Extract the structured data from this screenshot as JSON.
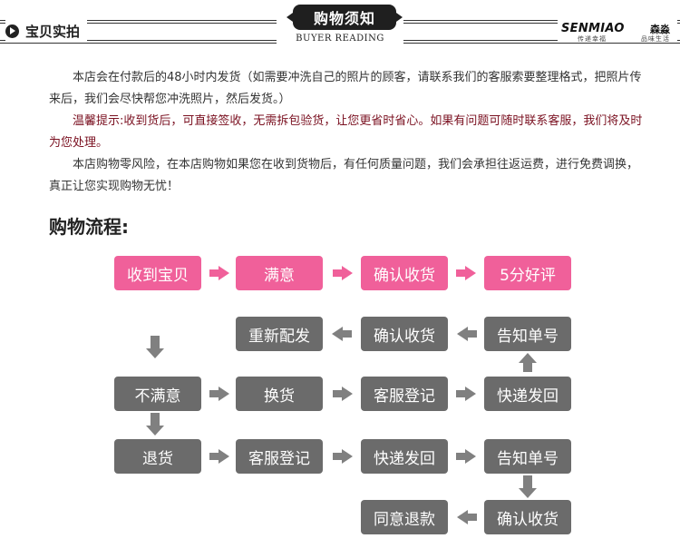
{
  "header": {
    "breadcrumb": "宝贝实拍",
    "title": "购物须知",
    "subtitle": "BUYER READING",
    "brand": {
      "name": "SENMIAO",
      "name_cn": "森淼",
      "tagline_left": "传递幸福",
      "tagline_right": "品味生活"
    }
  },
  "notices": {
    "p1": "本店会在付款后的48小时内发货（如需要冲洗自己的照片的顾客，请联系我们的客服索要整理格式，把照片传来后，我们会尽快帮您冲洗照片，然后发货。）",
    "p2": "温馨提示:收到货后，可直接签收，无需拆包验货，让您更省时省心。如果有问题可随时联系客服，我们将及时为您处理。",
    "p3": "本店购物零风险，在本店购物如果您在收到货物后，有任何质量问题，我们会承担往返运费，进行免费调换，真正让您实现购物无忧！"
  },
  "process": {
    "title": "购物流程:",
    "row1": [
      "收到宝贝",
      "满意",
      "确认收货",
      "5分好评"
    ],
    "row2": [
      "重新配发",
      "确认收货",
      "告知单号"
    ],
    "row3": [
      "不满意",
      "换货",
      "客服登记",
      "快递发回"
    ],
    "row4": [
      "退货",
      "客服登记",
      "快递发回",
      "告知单号"
    ],
    "row5": [
      "同意退款",
      "确认收货"
    ]
  },
  "colors": {
    "accent_pink": "#f0609a",
    "step_gray": "#6b6b6b",
    "arrow_gray": "#808080",
    "warm_tip": "#7a1020"
  }
}
